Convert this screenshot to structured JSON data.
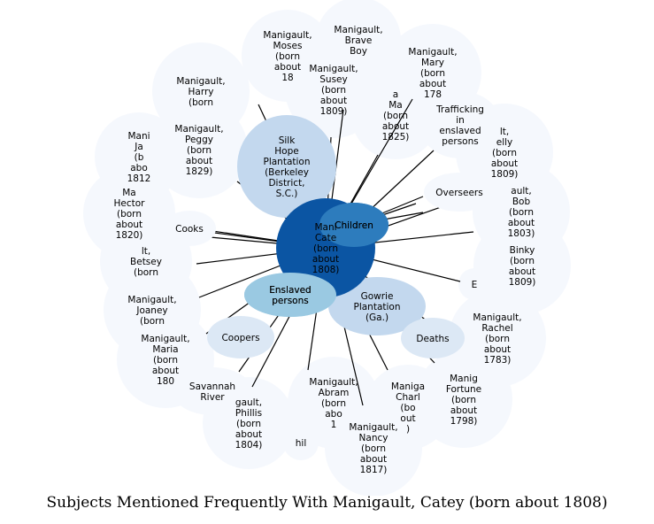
{
  "caption": "Subjects Mentioned Frequently With Manigault, Catey (born about 1808)",
  "colors": {
    "outer_bubble": "#f5f8fd",
    "center": "#0b55a3",
    "major_topic": "#c3d8ee",
    "medium_topic": "#9ac9e2",
    "children_topic": "#2d7cbd",
    "minor_topic": "#dce8f5",
    "edge": "#000000"
  },
  "center": {
    "label": "Manigault, Catey (born about 1808)",
    "lines": [
      "Mani",
      "Cate",
      "(born",
      "about",
      "1808)"
    ]
  },
  "topics": [
    {
      "id": "silk-hope",
      "lines": [
        "Silk",
        "Hope",
        "Plantation",
        "(Berkeley",
        "District,",
        "S.C.)"
      ],
      "tone": "major_topic"
    },
    {
      "id": "children",
      "lines": [
        "Children"
      ],
      "tone": "children_topic"
    },
    {
      "id": "enslaved-persons",
      "lines": [
        "Enslaved",
        "persons"
      ],
      "tone": "medium_topic"
    },
    {
      "id": "gowrie",
      "lines": [
        "Gowrie",
        "Plantation",
        "(Ga.)"
      ],
      "tone": "major_topic"
    },
    {
      "id": "overseers",
      "lines": [
        "Overseers"
      ],
      "tone": "outer_bubble"
    },
    {
      "id": "cooks",
      "lines": [
        "Cooks"
      ],
      "tone": "outer_bubble"
    },
    {
      "id": "coopers",
      "lines": [
        "Coopers"
      ],
      "tone": "minor_topic"
    },
    {
      "id": "deaths",
      "lines": [
        "Deaths"
      ],
      "tone": "minor_topic"
    },
    {
      "id": "trafficking",
      "lines": [
        "Trafficking",
        "in",
        "enslaved",
        "persons"
      ],
      "tone": "outer_bubble"
    },
    {
      "id": "savannah-river",
      "lines": [
        "Savannah",
        "River"
      ],
      "tone": "outer_bubble"
    }
  ],
  "people": [
    {
      "id": "moses",
      "lines": [
        "Manigault,",
        "Moses",
        "(born",
        "about",
        "18"
      ]
    },
    {
      "id": "brave-boy",
      "lines": [
        "Manigault,",
        "Brave",
        "Boy"
      ]
    },
    {
      "id": "mary",
      "lines": [
        "Manigault,",
        "Mary",
        "(born",
        "about",
        "178"
      ]
    },
    {
      "id": "harry",
      "lines": [
        "Manigault,",
        "Harry",
        "(born"
      ]
    },
    {
      "id": "susey",
      "lines": [
        "Manigault,",
        "Susey",
        "(born",
        "about",
        "1809)"
      ]
    },
    {
      "id": "ma-1825",
      "lines": [
        "a",
        "Ma",
        "(born",
        "about",
        "1825)"
      ]
    },
    {
      "id": "jack",
      "lines": [
        "Mani",
        "Ja",
        "(b",
        "abo",
        "1812"
      ]
    },
    {
      "id": "peggy",
      "lines": [
        "Manigault,",
        "Peggy",
        "(born",
        "about",
        "1829)"
      ]
    },
    {
      "id": "elly",
      "lines": [
        "lt,",
        "elly",
        "(born",
        "about",
        "1809)"
      ]
    },
    {
      "id": "hector",
      "lines": [
        "Ma",
        "Hector",
        "(born",
        "about",
        "1820)"
      ]
    },
    {
      "id": "bob",
      "lines": [
        "ault,",
        "Bob",
        "(born",
        "about",
        "1803)"
      ]
    },
    {
      "id": "betsey",
      "lines": [
        "lt,",
        "Betsey",
        "(born"
      ]
    },
    {
      "id": "binky",
      "lines": [
        "Binky",
        "(born",
        "about",
        "1809)"
      ]
    },
    {
      "id": "e-fragment",
      "lines": [
        "E"
      ]
    },
    {
      "id": "joaney",
      "lines": [
        "Manigault,",
        "Joaney",
        "(born"
      ]
    },
    {
      "id": "maria",
      "lines": [
        "Manigault,",
        "Maria",
        "(born",
        "about",
        "180"
      ]
    },
    {
      "id": "rachel",
      "lines": [
        "Manigault,",
        "Rachel",
        "(born",
        "about",
        "1783)"
      ]
    },
    {
      "id": "fortune",
      "lines": [
        "Manig",
        "Fortune",
        "(born",
        "about",
        "1798)"
      ]
    },
    {
      "id": "abram",
      "lines": [
        "Manigault,",
        "Abram",
        "(born",
        "abo",
        "1"
      ]
    },
    {
      "id": "charles",
      "lines": [
        "Maniga",
        "Charl",
        "(bo",
        "out",
        ")"
      ]
    },
    {
      "id": "phillis",
      "lines": [
        "gault,",
        "Phillis",
        "(born",
        "about",
        "1804)"
      ]
    },
    {
      "id": "nancy",
      "lines": [
        "Manigault,",
        "Nancy",
        "(born",
        "about",
        "1817)"
      ]
    },
    {
      "id": "hil-fragment",
      "lines": [
        "hil"
      ]
    }
  ]
}
